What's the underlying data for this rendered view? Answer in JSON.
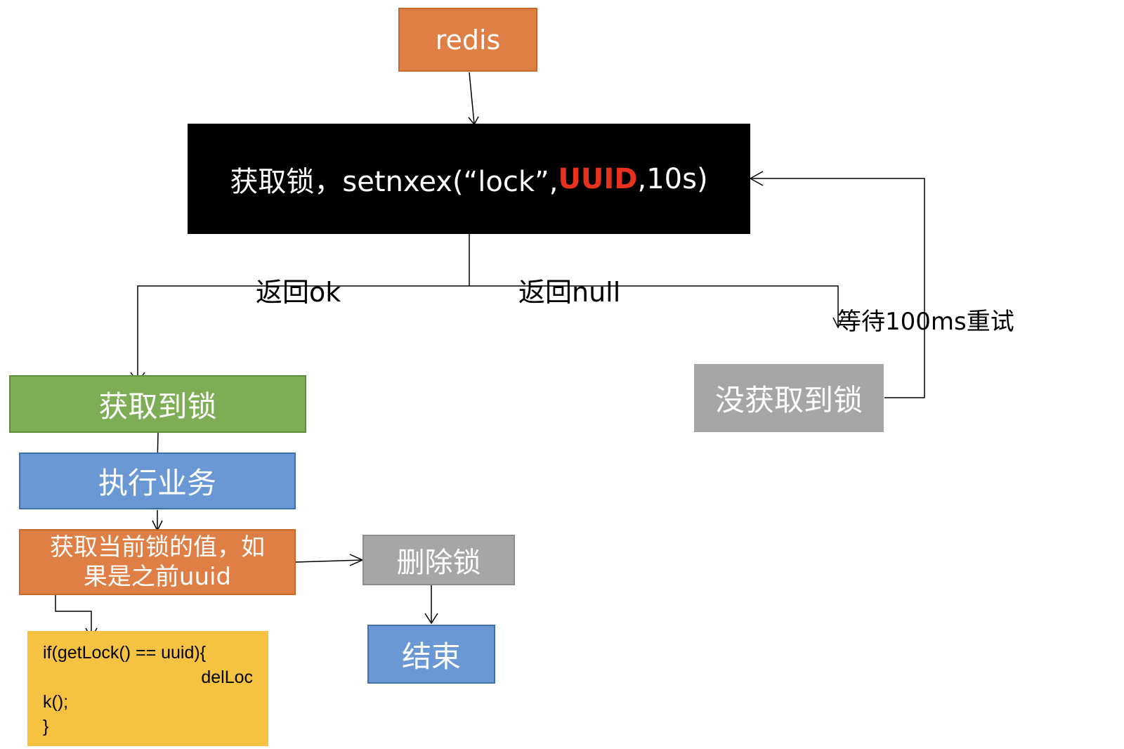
{
  "nodes": {
    "redis": "redis",
    "acquire_prefix": "获取锁，setnxex(“lock”,",
    "acquire_accent": "UUID",
    "acquire_suffix": ",10s)",
    "got_lock": "获取到锁",
    "execute": "执行业务",
    "compare_line1": "获取当前锁的值，如",
    "compare_line2": "果是之前uuid",
    "not_got_lock": "没获取到锁",
    "delete_lock": "删除锁",
    "end": "结束"
  },
  "edge_labels": {
    "ok": "返回ok",
    "null": "返回null",
    "wait": "等待100ms重试"
  },
  "code": {
    "line1": "if(getLock() == uuid){",
    "line2": "delLoc",
    "line3": "k();",
    "line4": "}"
  },
  "colors": {
    "orange": "#E07F45",
    "black": "#000000",
    "green": "#7DAD55",
    "blue": "#6A98D4",
    "gray": "#A6A6A6",
    "yellow": "#F5C242",
    "accent_red": "#E8321E"
  }
}
